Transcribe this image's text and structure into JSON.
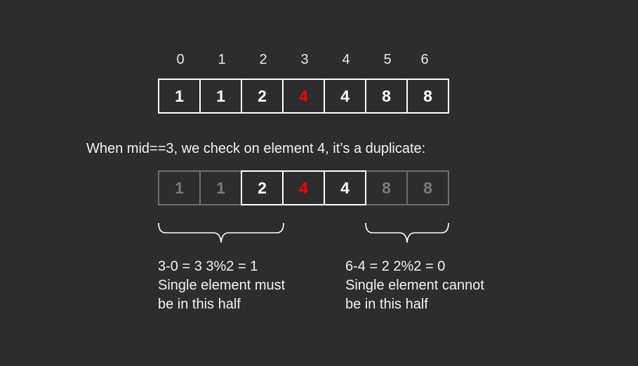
{
  "indices": [
    "0",
    "1",
    "2",
    "3",
    "4",
    "5",
    "6"
  ],
  "array_top": {
    "cells": [
      {
        "value": "1",
        "state": "normal"
      },
      {
        "value": "1",
        "state": "normal"
      },
      {
        "value": "2",
        "state": "normal"
      },
      {
        "value": "4",
        "state": "mid"
      },
      {
        "value": "4",
        "state": "normal"
      },
      {
        "value": "8",
        "state": "normal"
      },
      {
        "value": "8",
        "state": "normal"
      }
    ]
  },
  "caption": "When mid==3, we check on element 4, it’s a duplicate:",
  "array_bottom": {
    "cells": [
      {
        "value": "1",
        "state": "dim"
      },
      {
        "value": "1",
        "state": "dim"
      },
      {
        "value": "2",
        "state": "bright"
      },
      {
        "value": "4",
        "state": "mid"
      },
      {
        "value": "4",
        "state": "bright"
      },
      {
        "value": "8",
        "state": "dim"
      },
      {
        "value": "8",
        "state": "dim"
      }
    ]
  },
  "left_note": {
    "line1": "3-0 = 3  3%2 = 1",
    "line2": "Single element must",
    "line3": "be in this half"
  },
  "right_note": {
    "line1": "6-4 = 2  2%2 = 0",
    "line2": "Single element cannot",
    "line3": "be in this half"
  },
  "colors": {
    "background": "#2d2c2f",
    "text": "#ffffff",
    "highlight": "#ff0000",
    "dim": "#7a7a7c"
  }
}
